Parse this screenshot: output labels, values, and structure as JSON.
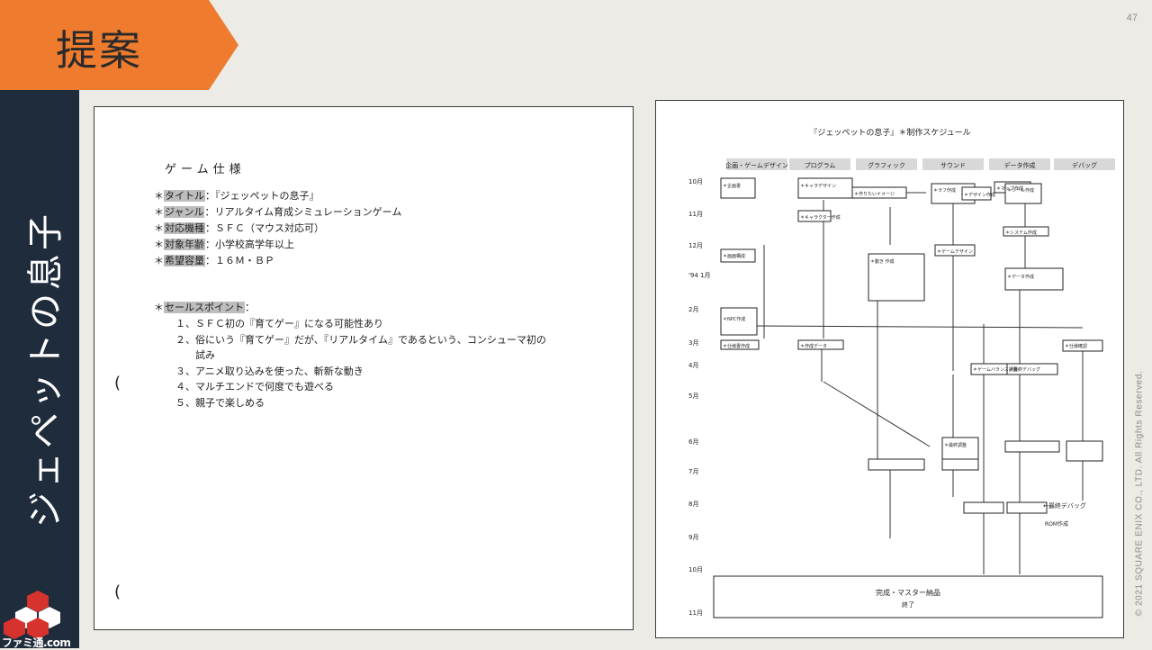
{
  "header": {
    "title": "提案",
    "page_number": "47"
  },
  "sidebar": {
    "title": "ジェペットの息子",
    "logo_text": "ファミ通.com"
  },
  "copyright": "© 2021 SQUARE ENIX CO., LTD. All Rights Reserved.",
  "spec_document": {
    "title": "ゲーム仕様",
    "specs": [
      {
        "marker": "＊",
        "label": "タイトル",
        "value": "：『ジェッペットの息子』"
      },
      {
        "marker": "＊",
        "label": "ジャンル",
        "value": "：リアルタイム育成シミュレーションゲーム"
      },
      {
        "marker": "＊",
        "label": "対応機種",
        "value": "：ＳＦＣ（マウス対応可）"
      },
      {
        "marker": "＊",
        "label": "対象年齢",
        "value": "：小学校高学年以上"
      },
      {
        "marker": "＊",
        "label": "希望容量",
        "value": "：１６Ｍ・ＢＰ"
      }
    ],
    "selling_heading": {
      "marker": "＊",
      "label": "セールスポイント",
      "suffix": "："
    },
    "selling_points": [
      "１、ＳＦＣ初の『育てゲー』になる可能性あり",
      "２、俗にいう『育てゲー』だが、『リアルタイム』であるという、コンシューマ初の",
      "　　試み",
      "３、アニメ取り込みを使った、斬新な動き",
      "４、マルチエンドで何度でも遊べる",
      "５、親子で楽しめる"
    ]
  },
  "schedule_document": {
    "title": "『ジェッペットの息子』＊制作スケジュール",
    "columns": [
      "企画・ゲームデザイン",
      "プログラム",
      "グラフィック",
      "サウンド",
      "データ作成",
      "デバッグ"
    ],
    "months": [
      "10月",
      "11月",
      "12月",
      "'94 1月",
      "2月",
      "3月",
      "4月",
      "5月",
      "6月",
      "7月",
      "8月",
      "9月",
      "10月",
      "11月"
    ],
    "tasks": [
      {
        "text": "＊企画書"
      },
      {
        "text": "＊キャラデザイン"
      },
      {
        "text": "＊作りたいイメージ"
      },
      {
        "text": "＊キャラクター作成"
      },
      {
        "text": "＊ラフ作成"
      },
      {
        "text": "＊マップ作成"
      },
      {
        "text": "＊デザイン作成"
      },
      {
        "text": "＊画面構成"
      },
      {
        "text": "＊ゲームデザイン"
      },
      {
        "text": "＊動き 作成"
      },
      {
        "text": "＊ツール作成"
      },
      {
        "text": "＊システム作成"
      },
      {
        "text": "＊NPC作成"
      },
      {
        "text": "＊仕様書作成"
      },
      {
        "text": "＊作成データ"
      },
      {
        "text": "＊データ作成"
      },
      {
        "text": "＊ゲームバランス調整"
      },
      {
        "text": "＊最終デバッグ"
      },
      {
        "text": "＊仕様確認"
      },
      {
        "text": "＊最終調整"
      }
    ],
    "notes": [
      {
        "text": "ROM作成"
      },
      {
        "text": "←最終デバッグ"
      }
    ],
    "final_box": {
      "line1": "完成・マスター納品",
      "line2": "終了"
    }
  }
}
